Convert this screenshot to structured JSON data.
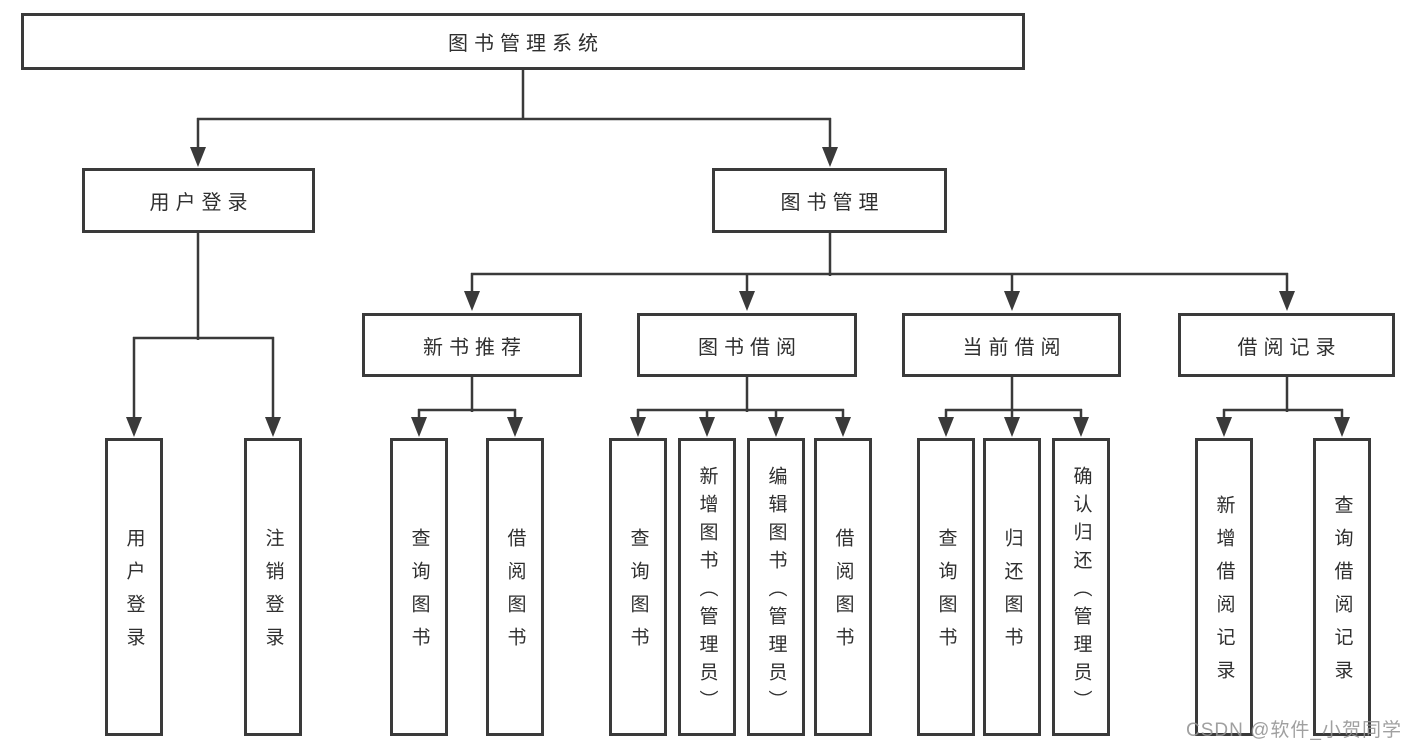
{
  "colors": {
    "line": "#3a3a3a",
    "text": "#2f2f2f",
    "background": "#ffffff",
    "watermark": "#939393"
  },
  "watermark": "CSDN @软件_小贺同学",
  "tree": {
    "root": {
      "label": "图书管理系统"
    },
    "level2": [
      {
        "label": "用户登录"
      },
      {
        "label": "图书管理"
      }
    ],
    "level3": [
      {
        "label": "新书推荐",
        "parent": "图书管理"
      },
      {
        "label": "图书借阅",
        "parent": "图书管理"
      },
      {
        "label": "当前借阅",
        "parent": "图书管理"
      },
      {
        "label": "借阅记录",
        "parent": "图书管理"
      }
    ],
    "leaves": {
      "user_login": [
        {
          "label": "用户登录"
        },
        {
          "label": "注销登录"
        }
      ],
      "new_book_recommend": [
        {
          "label": "查询图书"
        },
        {
          "label": "借阅图书"
        }
      ],
      "book_borrowing": [
        {
          "label": "查询图书"
        },
        {
          "label": "新增图书（管理员）"
        },
        {
          "label": "编辑图书（管理员）"
        },
        {
          "label": "借阅图书"
        }
      ],
      "current_borrowing": [
        {
          "label": "查询图书"
        },
        {
          "label": "归还图书"
        },
        {
          "label": "确认归还（管理员）"
        }
      ],
      "borrowing_records": [
        {
          "label": "新增借阅记录"
        },
        {
          "label": "查询借阅记录"
        }
      ]
    }
  }
}
